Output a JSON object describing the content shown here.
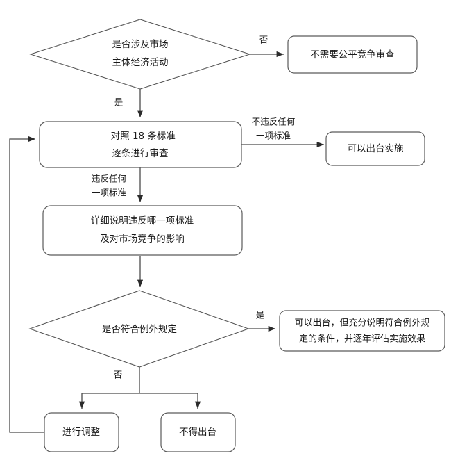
{
  "diagram": {
    "type": "flowchart",
    "title": "",
    "orientation": "top-to-bottom",
    "language": "zh-CN",
    "colors": {
      "background": "#ffffff",
      "node_stroke": "#5a5a5a",
      "connector": "#4a4a4a",
      "text": "#1a1a1a",
      "number_accent": "#c87a28"
    },
    "nodes": [
      {
        "id": "d1",
        "shape": "diamond",
        "lines": [
          "是否涉及市场",
          "主体经济活动"
        ],
        "line1": "是否涉及市场",
        "line2": "主体经济活动"
      },
      {
        "id": "b1",
        "shape": "rounded-rect",
        "lines": [
          "不需要公平竞争审查"
        ],
        "line1": "不需要公平竞争审查"
      },
      {
        "id": "p1",
        "shape": "rounded-rect",
        "lines": [
          "对照 18 条标准",
          "逐条进行审查"
        ],
        "line1_pre": "对照 ",
        "line1_num": "18",
        "line1_post": " 条标准",
        "line2": "逐条进行审查"
      },
      {
        "id": "b2",
        "shape": "rounded-rect",
        "lines": [
          "可以出台实施"
        ],
        "line1": "可以出台实施"
      },
      {
        "id": "p2",
        "shape": "rounded-rect",
        "lines": [
          "详细说明违反哪一项标准",
          "及对市场竞争的影响"
        ],
        "line1": "详细说明违反哪一项标准",
        "line2": "及对市场竞争的影响"
      },
      {
        "id": "d2",
        "shape": "diamond",
        "lines": [
          "是否符合例外规定"
        ],
        "line1": "是否符合例外规定"
      },
      {
        "id": "b3",
        "shape": "rounded-rect",
        "lines": [
          "可以出台，但充分说明符合例外规",
          "定的条件，并逐年评估实施效果"
        ],
        "line1": "可以出台，但充分说明符合例外规",
        "line2": "定的条件，并逐年评估实施效果"
      },
      {
        "id": "b4",
        "shape": "rounded-rect",
        "lines": [
          "进行调整"
        ],
        "line1": "进行调整"
      },
      {
        "id": "b5",
        "shape": "rounded-rect",
        "lines": [
          "不得出台"
        ],
        "line1": "不得出台"
      }
    ],
    "edges": [
      {
        "id": "e1",
        "from": "d1",
        "to": "b1",
        "label": "否"
      },
      {
        "id": "e2",
        "from": "d1",
        "to": "p1",
        "label": "是"
      },
      {
        "id": "e3",
        "from": "p1",
        "to": "b2",
        "label_line1": "不违反任何",
        "label_line2": "一项标准"
      },
      {
        "id": "e4",
        "from": "p1",
        "to": "p2",
        "label_line1": "违反任何",
        "label_line2": "一项标准"
      },
      {
        "id": "e5",
        "from": "p2",
        "to": "d2",
        "label": ""
      },
      {
        "id": "e6",
        "from": "d2",
        "to": "b3",
        "label": "是"
      },
      {
        "id": "e7",
        "from": "d2",
        "to": "b4",
        "label": "否"
      },
      {
        "id": "e8",
        "from": "d2",
        "to": "b5",
        "label": ""
      },
      {
        "id": "e9",
        "from": "b4",
        "to": "p1",
        "label": ""
      }
    ]
  }
}
